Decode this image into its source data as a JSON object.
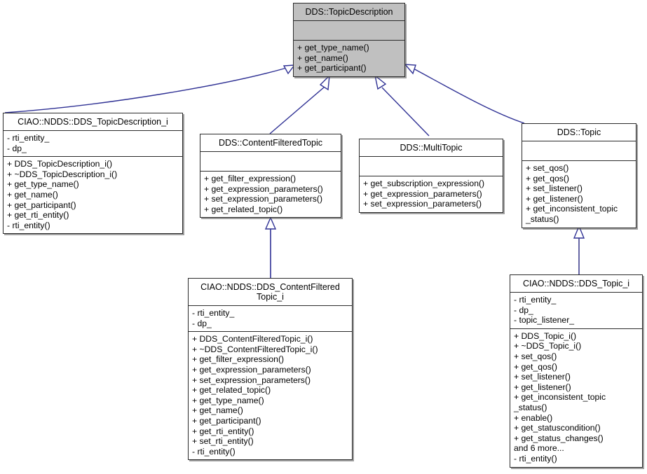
{
  "diagram": {
    "type": "uml-class-inheritance",
    "title_text": "DDS TopicDescription inheritance diagram",
    "colors": {
      "node_border": "#2b2b2b",
      "node_fill": "#ffffff",
      "highlight_fill": "#c0c0c0",
      "edge": "#2f3194",
      "text": "#000000",
      "background": "#ffffff"
    }
  },
  "nodes": {
    "topic_description": {
      "name": "DDS::TopicDescription",
      "attributes": [],
      "operations": [
        "+ get_type_name()",
        "+ get_name()",
        "+ get_participant()"
      ]
    },
    "ciao_topic_description_i": {
      "name": "CIAO::NDDS::DDS_TopicDescription_i",
      "attributes": [
        "- rti_entity_",
        "- dp_"
      ],
      "operations": [
        "+ DDS_TopicDescription_i()",
        "+ ~DDS_TopicDescription_i()",
        "+ get_type_name()",
        "+ get_name()",
        "+ get_participant()",
        "+ get_rti_entity()",
        "- rti_entity()"
      ]
    },
    "content_filtered_topic": {
      "name": "DDS::ContentFilteredTopic",
      "attributes": [],
      "operations": [
        "+ get_filter_expression()",
        "+ get_expression_parameters()",
        "+ set_expression_parameters()",
        "+ get_related_topic()"
      ]
    },
    "multi_topic": {
      "name": "DDS::MultiTopic",
      "attributes": [],
      "operations": [
        "+ get_subscription_expression()",
        "+ get_expression_parameters()",
        "+ set_expression_parameters()"
      ]
    },
    "topic": {
      "name": "DDS::Topic",
      "attributes": [],
      "operations": [
        "+ set_qos()",
        "+ get_qos()",
        "+ set_listener()",
        "+ get_listener()",
        "+ get_inconsistent_topic",
        "_status()"
      ]
    },
    "ciao_content_filtered_topic_i": {
      "name": "CIAO::NDDS::DDS_ContentFiltered\nTopic_i",
      "attributes": [
        "- rti_entity_",
        "- dp_"
      ],
      "operations": [
        "+ DDS_ContentFilteredTopic_i()",
        "+ ~DDS_ContentFilteredTopic_i()",
        "+ get_filter_expression()",
        "+ get_expression_parameters()",
        "+ set_expression_parameters()",
        "+ get_related_topic()",
        "+ get_type_name()",
        "+ get_name()",
        "+ get_participant()",
        "+ get_rti_entity()",
        "+ set_rti_entity()",
        "- rti_entity()"
      ]
    },
    "ciao_topic_i": {
      "name": "CIAO::NDDS::DDS_Topic_i",
      "attributes": [
        "- rti_entity_",
        "- dp_",
        "- topic_listener_"
      ],
      "operations": [
        "+ DDS_Topic_i()",
        "+ ~DDS_Topic_i()",
        "+ set_qos()",
        "+ get_qos()",
        "+ set_listener()",
        "+ get_listener()",
        "+ get_inconsistent_topic",
        "_status()",
        "+ enable()",
        "+ get_statuscondition()",
        "+ get_status_changes()",
        "and 6 more...",
        "- rti_entity()"
      ]
    }
  },
  "edges": [
    {
      "from": "ciao_topic_description_i",
      "to": "topic_description",
      "kind": "generalization"
    },
    {
      "from": "content_filtered_topic",
      "to": "topic_description",
      "kind": "generalization"
    },
    {
      "from": "multi_topic",
      "to": "topic_description",
      "kind": "generalization"
    },
    {
      "from": "topic",
      "to": "topic_description",
      "kind": "generalization"
    },
    {
      "from": "ciao_content_filtered_topic_i",
      "to": "content_filtered_topic",
      "kind": "generalization"
    },
    {
      "from": "ciao_topic_i",
      "to": "topic",
      "kind": "generalization"
    }
  ]
}
